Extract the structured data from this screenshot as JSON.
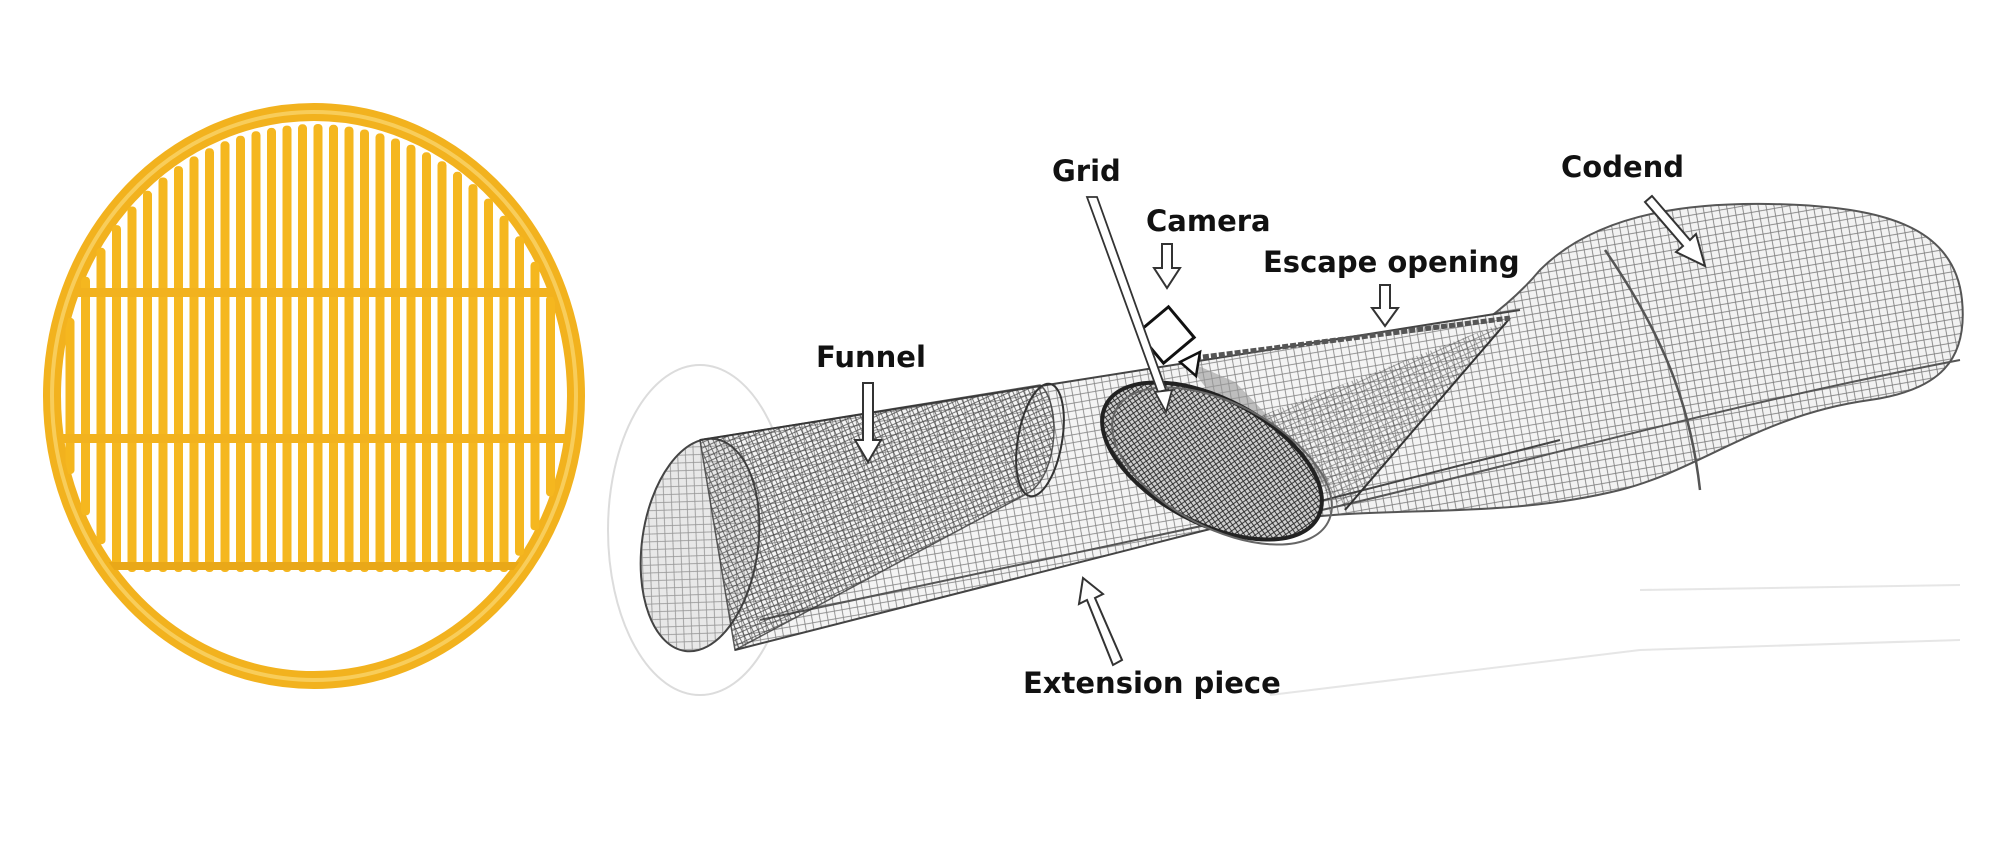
{
  "grid_photo": {
    "frame_color": "#F2B21E",
    "bar_color": "#F5B71F",
    "description": "yellow round selection grid with vertical bars"
  },
  "diagram": {
    "labels": {
      "grid": "Grid",
      "camera": "Camera",
      "codend": "Codend",
      "escape_opening": "Escape opening",
      "funnel": "Funnel",
      "extension_piece": "Extension piece"
    },
    "net_color": "#3a3a3a",
    "panel_color": "#9a9a9a"
  }
}
